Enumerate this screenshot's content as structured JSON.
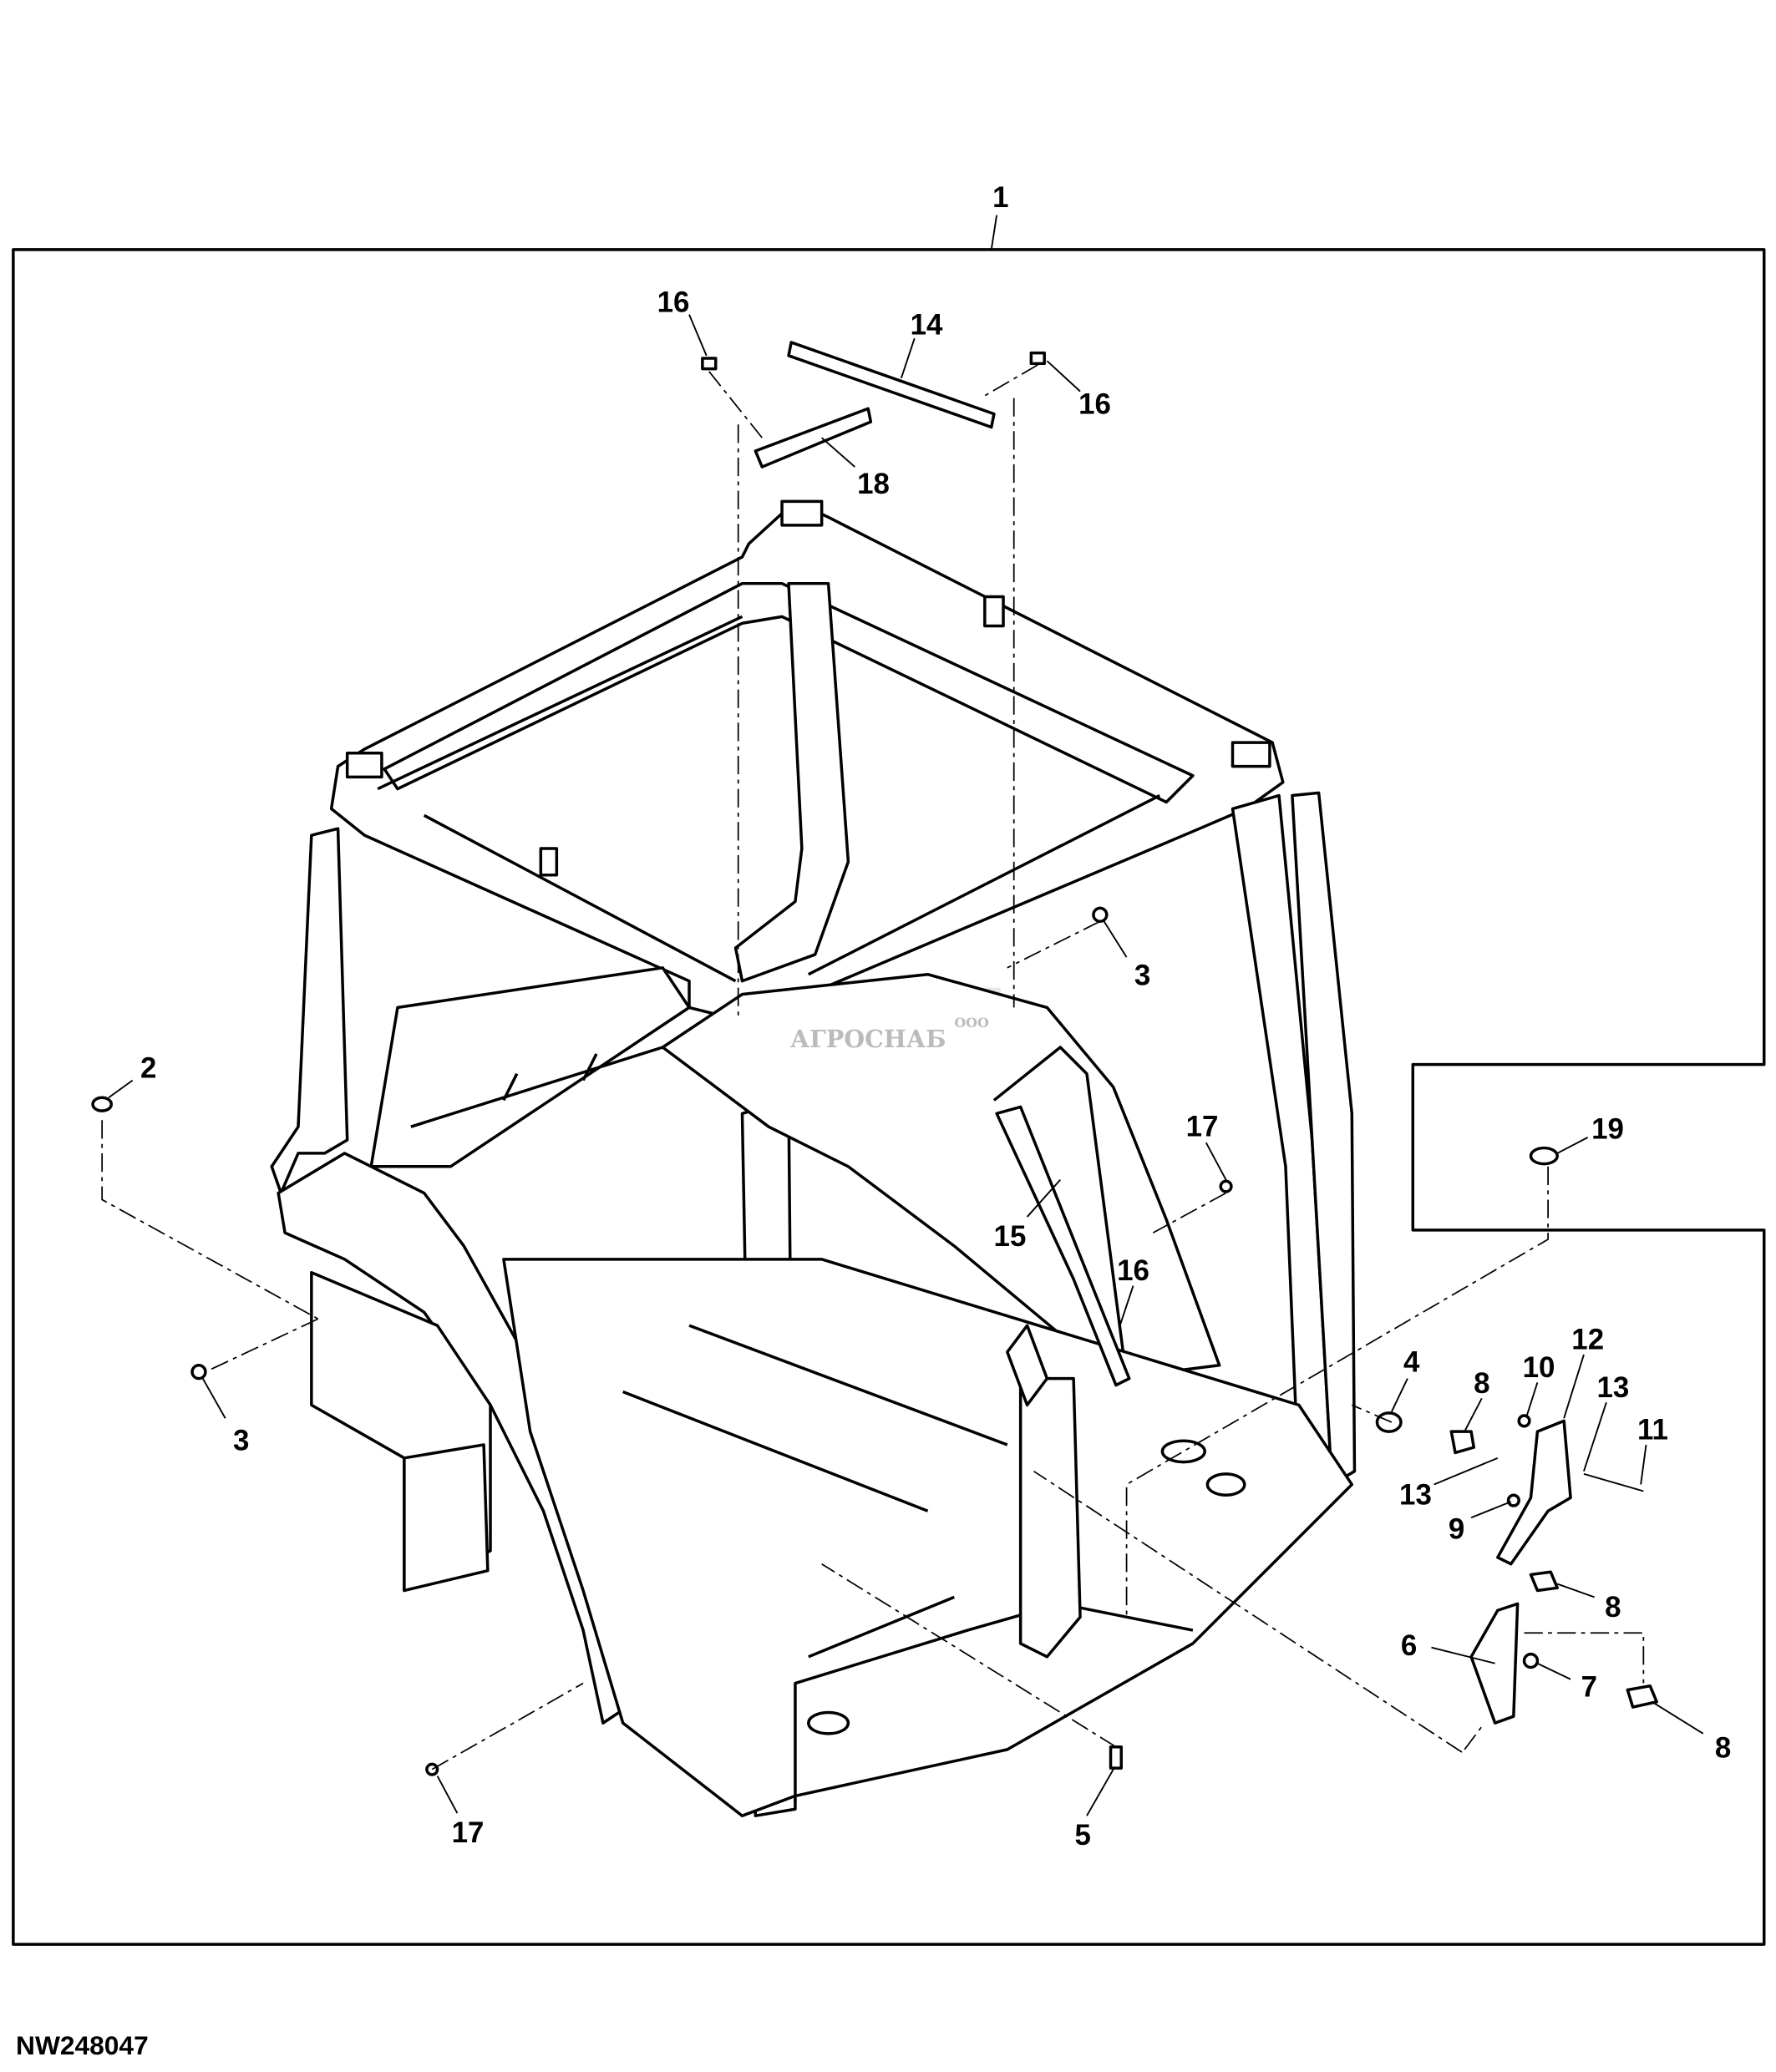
{
  "figure_id": "NW248047",
  "watermark": {
    "prefix": "ООО",
    "name": "АГРОСНАБ"
  },
  "callouts": {
    "c1": "1",
    "c2": "2",
    "c3a": "3",
    "c3b": "3",
    "c4": "4",
    "c5": "5",
    "c6": "6",
    "c7": "7",
    "c8a": "8",
    "c8b": "8",
    "c8c": "8",
    "c9": "9",
    "c10": "10",
    "c11": "11",
    "c12": "12",
    "c13a": "13",
    "c13b": "13",
    "c14": "14",
    "c15": "15",
    "c16a": "16",
    "c16b": "16",
    "c16c": "16",
    "c17a": "17",
    "c17b": "17",
    "c18": "18",
    "c19": "19"
  }
}
